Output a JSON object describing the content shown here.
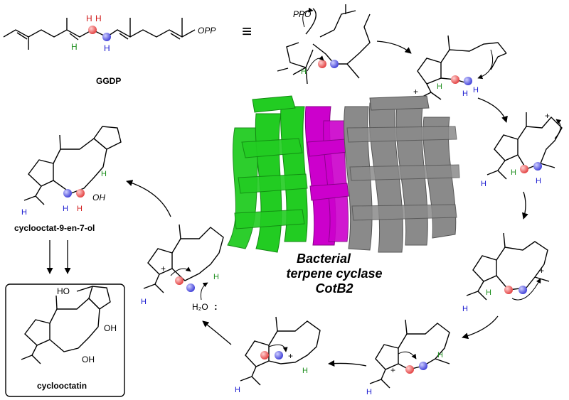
{
  "labels": {
    "ggdp": "GGDP",
    "opp": "OPP",
    "ppo": "PPO",
    "equiv": "≡",
    "enzyme_line1": "Bacterial",
    "enzyme_line2": "terpene cyclase",
    "enzyme_line3": "CotB2",
    "intermediate_product": "cyclooctat-9-en-7-ol",
    "final_product": "cyclooctatin",
    "water": "H₂O",
    "lone_pair": ":",
    "hydroxyl": "OH",
    "hydroxymethyl": "HO",
    "hydrogen": "H",
    "cation": "+"
  },
  "colors": {
    "red_atom": "#e23c3c",
    "blue_atom": "#3b3bd6",
    "green_h": "#1f8f1f",
    "blue_h": "#1a1ad0",
    "red_h": "#d01a1a",
    "protein_green": "#22cc22",
    "protein_magenta": "#cc00cc",
    "protein_grey": "#8a8a8a",
    "bond": "#000000"
  }
}
